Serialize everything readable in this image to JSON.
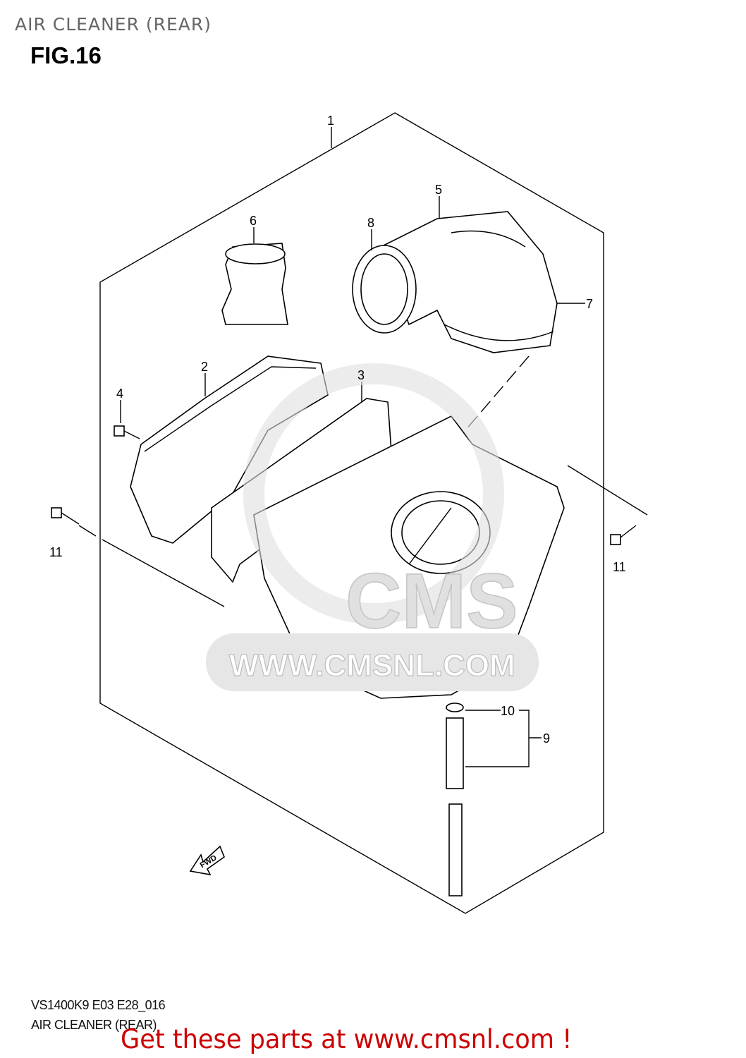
{
  "header": {
    "title": "AIR CLEANER (REAR)",
    "figure": "FIG.16"
  },
  "diagram": {
    "callouts": [
      "1",
      "2",
      "3",
      "4",
      "5",
      "6",
      "7",
      "8",
      "9",
      "10",
      "11",
      "11"
    ],
    "watermark": "WWW.CMSNL.COM",
    "watermark_logo": "CMS",
    "fwd_marker": "FWD",
    "watermark_color": "#d9d9d9"
  },
  "footer": {
    "code": "VS1400K9 E03 E28_016",
    "name": "AIR CLEANER (REAR)",
    "promo": "Get these parts at www.cmsnl.com !",
    "promo_color": "#cc0000"
  }
}
